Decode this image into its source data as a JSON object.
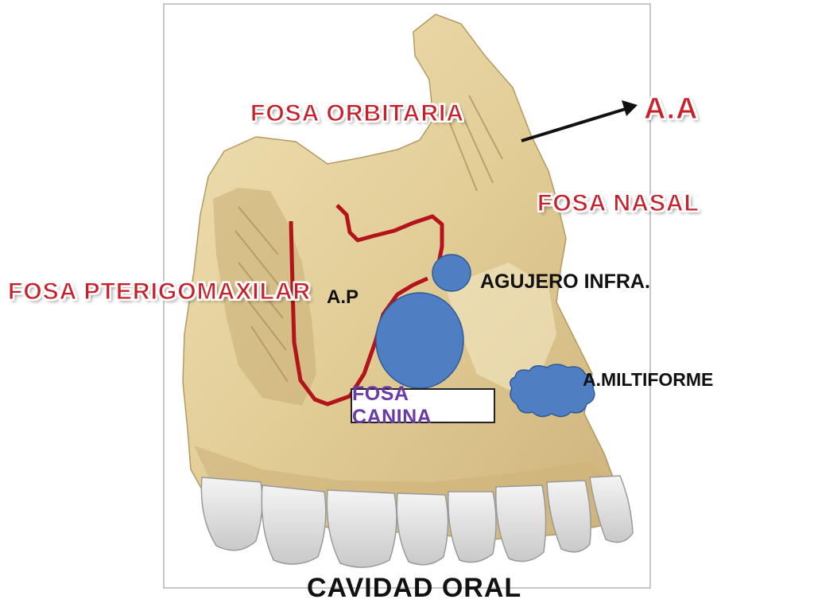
{
  "labels": {
    "fosa_orbitaria": "FOSA ORBITARIA",
    "aa": "A.A",
    "fosa_nasal": "FOSA NASAL",
    "fosa_pterigomaxilar": "FOSA PTERIGOMAXILAR",
    "ap": "A.P",
    "agujero_infra": "AGUJERO  INFRA.",
    "a_miltiforme": "A.MILTIFORME",
    "fosa_canina": "FOSA CANINA",
    "cavidad_oral": "CAVIDAD ORAL"
  },
  "colors": {
    "label_red": "#c8202a",
    "outline_red": "#b3131b",
    "marker_blue": "#4f7fc2",
    "fosa_canina_purple": "#6a3aa6",
    "bone": "#e3d09b"
  }
}
